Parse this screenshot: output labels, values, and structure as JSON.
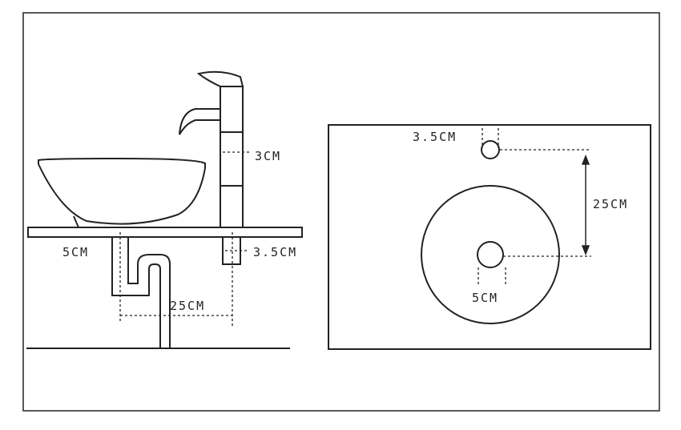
{
  "side_view": {
    "spout_height_label": "3CM",
    "base_diameter_label": "3.5CM",
    "drain_diameter_label": "5CM",
    "drain_to_faucet_label": "25CM"
  },
  "top_view": {
    "faucet_hole_label": "3.5CM",
    "hole_spacing_label": "25CM",
    "drain_hole_label": "5CM"
  },
  "colors": {
    "line": "#222222",
    "background": "#ffffff"
  }
}
